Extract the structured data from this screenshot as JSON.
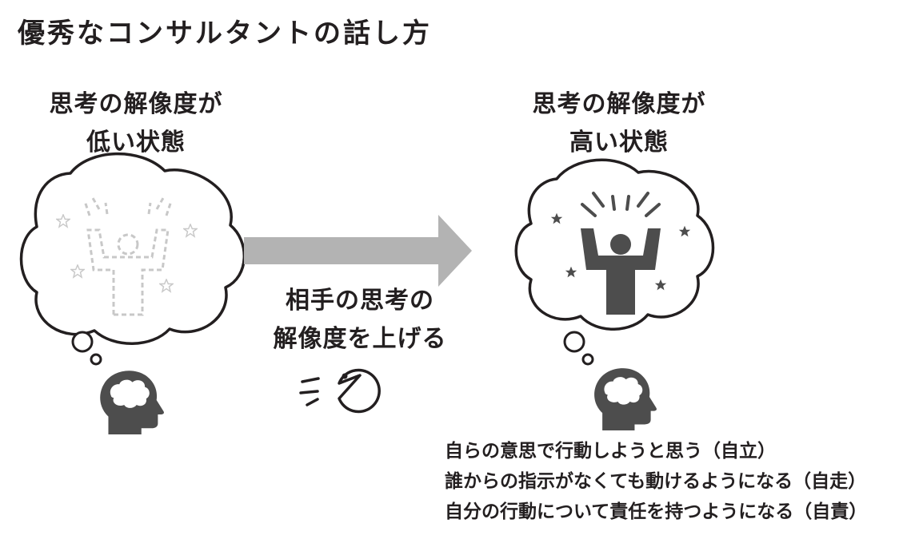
{
  "title": "優秀なコンサルタントの話し方",
  "low_state": {
    "line1": "思考の解像度が",
    "line2": "低い状態"
  },
  "high_state": {
    "line1": "思考の解像度が",
    "line2": "高い状態"
  },
  "action": {
    "line1": "相手の思考の",
    "line2": "解像度を上げる"
  },
  "results": [
    "自らの意思で行動しようと思う（自立）",
    "誰からの指示がなくても動けるようになる（自走）",
    "自分の行動について責任を持つようになる（自責）"
  ],
  "icons": {
    "low_thought": "thought-cloud-icon",
    "low_person": "cheering-person-outline-icon",
    "high_person": "cheering-person-icon",
    "head": "head-brain-icon",
    "arrow": "arrow-right-icon",
    "speaker": "talking-face-icon",
    "star": "star-icon"
  },
  "colors": {
    "dark": "#4d4d4d",
    "light_gray": "#c8c8c8",
    "arrow": "#b3b3b3",
    "outline": "#231f20"
  }
}
